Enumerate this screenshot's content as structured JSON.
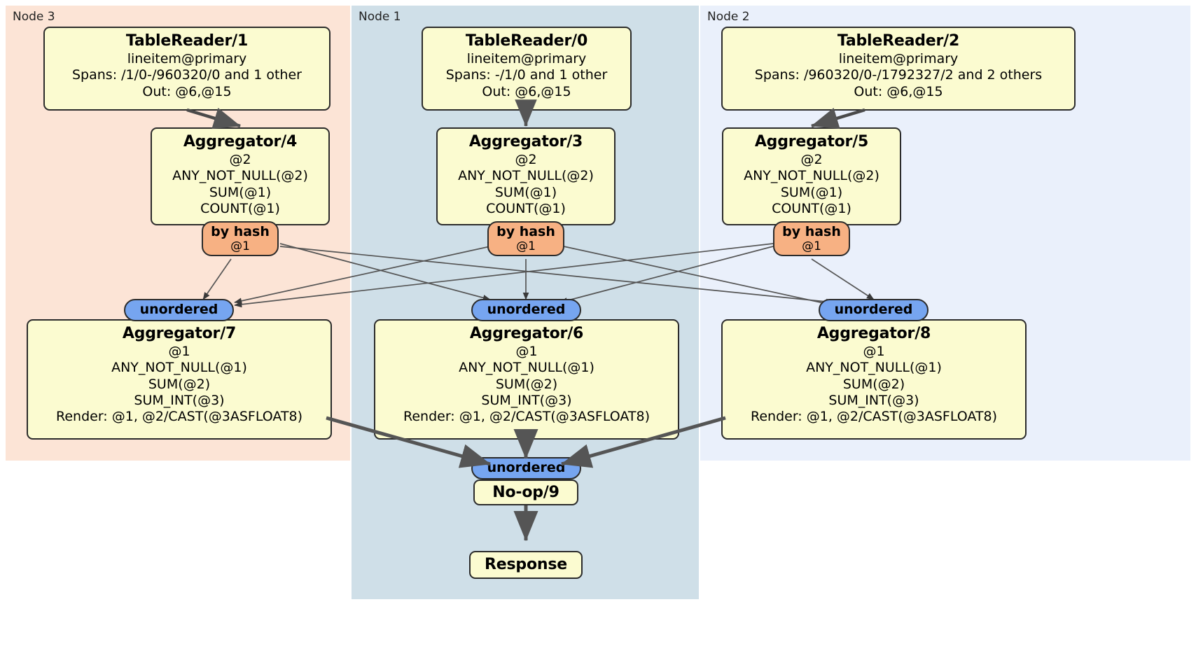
{
  "diagram": {
    "title": "Distributed SQL query plan",
    "colors": {
      "node3_panel": "#fce4d6",
      "node1_panel": "#cfdfe8",
      "node2_panel": "#eaf0fb",
      "processor_box": "#fbfbd0",
      "hash_router": "#f7b183",
      "unordered_sync": "#76a5f0",
      "edge": "#4a4a4a",
      "border": "#2b2b2b"
    }
  },
  "panels": [
    {
      "id": "node3",
      "label": "Node 3"
    },
    {
      "id": "node1",
      "label": "Node 1"
    },
    {
      "id": "node2",
      "label": "Node 2"
    }
  ],
  "processors": {
    "table_reader_1": {
      "title": "TableReader/1",
      "lines": [
        "lineitem@primary",
        "Spans: /1/0-/960320/0 and 1 other",
        "Out: @6,@15"
      ]
    },
    "table_reader_0": {
      "title": "TableReader/0",
      "lines": [
        "lineitem@primary",
        "Spans: -/1/0 and 1 other",
        "Out: @6,@15"
      ]
    },
    "table_reader_2": {
      "title": "TableReader/2",
      "lines": [
        "lineitem@primary",
        "Spans: /960320/0-/1792327/2 and 2 others",
        "Out: @6,@15"
      ]
    },
    "aggregator_4": {
      "title": "Aggregator/4",
      "lines": [
        "@2",
        "ANY_NOT_NULL(@2)",
        "SUM(@1)",
        "COUNT(@1)"
      ]
    },
    "aggregator_3": {
      "title": "Aggregator/3",
      "lines": [
        "@2",
        "ANY_NOT_NULL(@2)",
        "SUM(@1)",
        "COUNT(@1)"
      ]
    },
    "aggregator_5": {
      "title": "Aggregator/5",
      "lines": [
        "@2",
        "ANY_NOT_NULL(@2)",
        "SUM(@1)",
        "COUNT(@1)"
      ]
    },
    "aggregator_7": {
      "title": "Aggregator/7",
      "lines": [
        "@1",
        "ANY_NOT_NULL(@1)",
        "SUM(@2)",
        "SUM_INT(@3)",
        "Render: @1, @2/CAST(@3ASFLOAT8)"
      ]
    },
    "aggregator_6": {
      "title": "Aggregator/6",
      "lines": [
        "@1",
        "ANY_NOT_NULL(@1)",
        "SUM(@2)",
        "SUM_INT(@3)",
        "Render: @1, @2/CAST(@3ASFLOAT8)"
      ]
    },
    "aggregator_8": {
      "title": "Aggregator/8",
      "lines": [
        "@1",
        "ANY_NOT_NULL(@1)",
        "SUM(@2)",
        "SUM_INT(@3)",
        "Render: @1, @2/CAST(@3ASFLOAT8)"
      ]
    },
    "noop_9": {
      "title": "No-op/9",
      "lines": []
    },
    "response": {
      "title": "Response",
      "lines": []
    }
  },
  "routers": {
    "hash_left": {
      "label": "by hash",
      "sublabel": "@1"
    },
    "hash_center": {
      "label": "by hash",
      "sublabel": "@1"
    },
    "hash_right": {
      "label": "by hash",
      "sublabel": "@1"
    },
    "sync_left": {
      "label": "unordered"
    },
    "sync_center": {
      "label": "unordered"
    },
    "sync_right": {
      "label": "unordered"
    },
    "sync_final": {
      "label": "unordered"
    }
  }
}
